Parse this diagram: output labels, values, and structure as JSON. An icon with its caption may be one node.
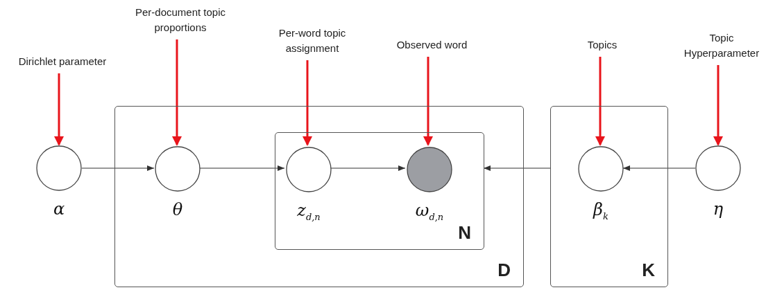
{
  "diagram": {
    "nodes": [
      {
        "text": [
          "D"
        ]
      },
      {
        "text": [
          "N"
        ],
        "in": 0
      },
      {
        "text": [
          "K"
        ]
      },
      {
        "text": [
          "α"
        ]
      },
      {
        "text": [
          "θ"
        ],
        "in": 0
      },
      {
        "text": [
          "z$_{d,n}$"
        ],
        "in": 1
      },
      {
        "text": [
          "ω$_{d,n}$"
        ],
        "in": 1
      },
      {
        "text": [
          "β$_{k}$"
        ],
        "in": 2
      },
      {
        "text": [
          "η"
        ]
      },
      {
        "text": [
          "Dirichlet parameter"
        ]
      },
      {
        "text": [
          "Per-document topic proportions"
        ]
      },
      {
        "text": [
          "Per-word topic assignment"
        ]
      },
      {
        "text": [
          "Observed word"
        ]
      },
      {
        "text": [
          "Topics"
        ]
      },
      {
        "text": [
          "Topic Hyperparameter"
        ]
      }
    ],
    "edges": [
      {
        "from": 3,
        "to": 4,
        "arrow": "to",
        "color": "#333333"
      },
      {
        "from": 4,
        "to": 5,
        "arrow": "to",
        "color": "#333333"
      },
      {
        "from": 5,
        "to": 6,
        "arrow": "to",
        "color": "#333333"
      },
      {
        "from": 2,
        "to": 1,
        "arrow": "to",
        "color": "#333333"
      },
      {
        "from": 8,
        "to": 7,
        "arrow": "to",
        "color": "#333333"
      },
      {
        "from": 9,
        "to": 3,
        "arrow": "to",
        "color": "#e8141b"
      },
      {
        "from": 10,
        "to": 4,
        "arrow": "to",
        "color": "#e8141b"
      },
      {
        "from": 11,
        "to": 5,
        "arrow": "to",
        "color": "#e8141b"
      },
      {
        "from": 12,
        "to": 6,
        "arrow": "to",
        "color": "#e8141b"
      },
      {
        "from": 13,
        "to": 7,
        "arrow": "to",
        "color": "#e8141b"
      },
      {
        "from": 14,
        "to": 8,
        "arrow": "to",
        "color": "#e8141b"
      }
    ]
  }
}
